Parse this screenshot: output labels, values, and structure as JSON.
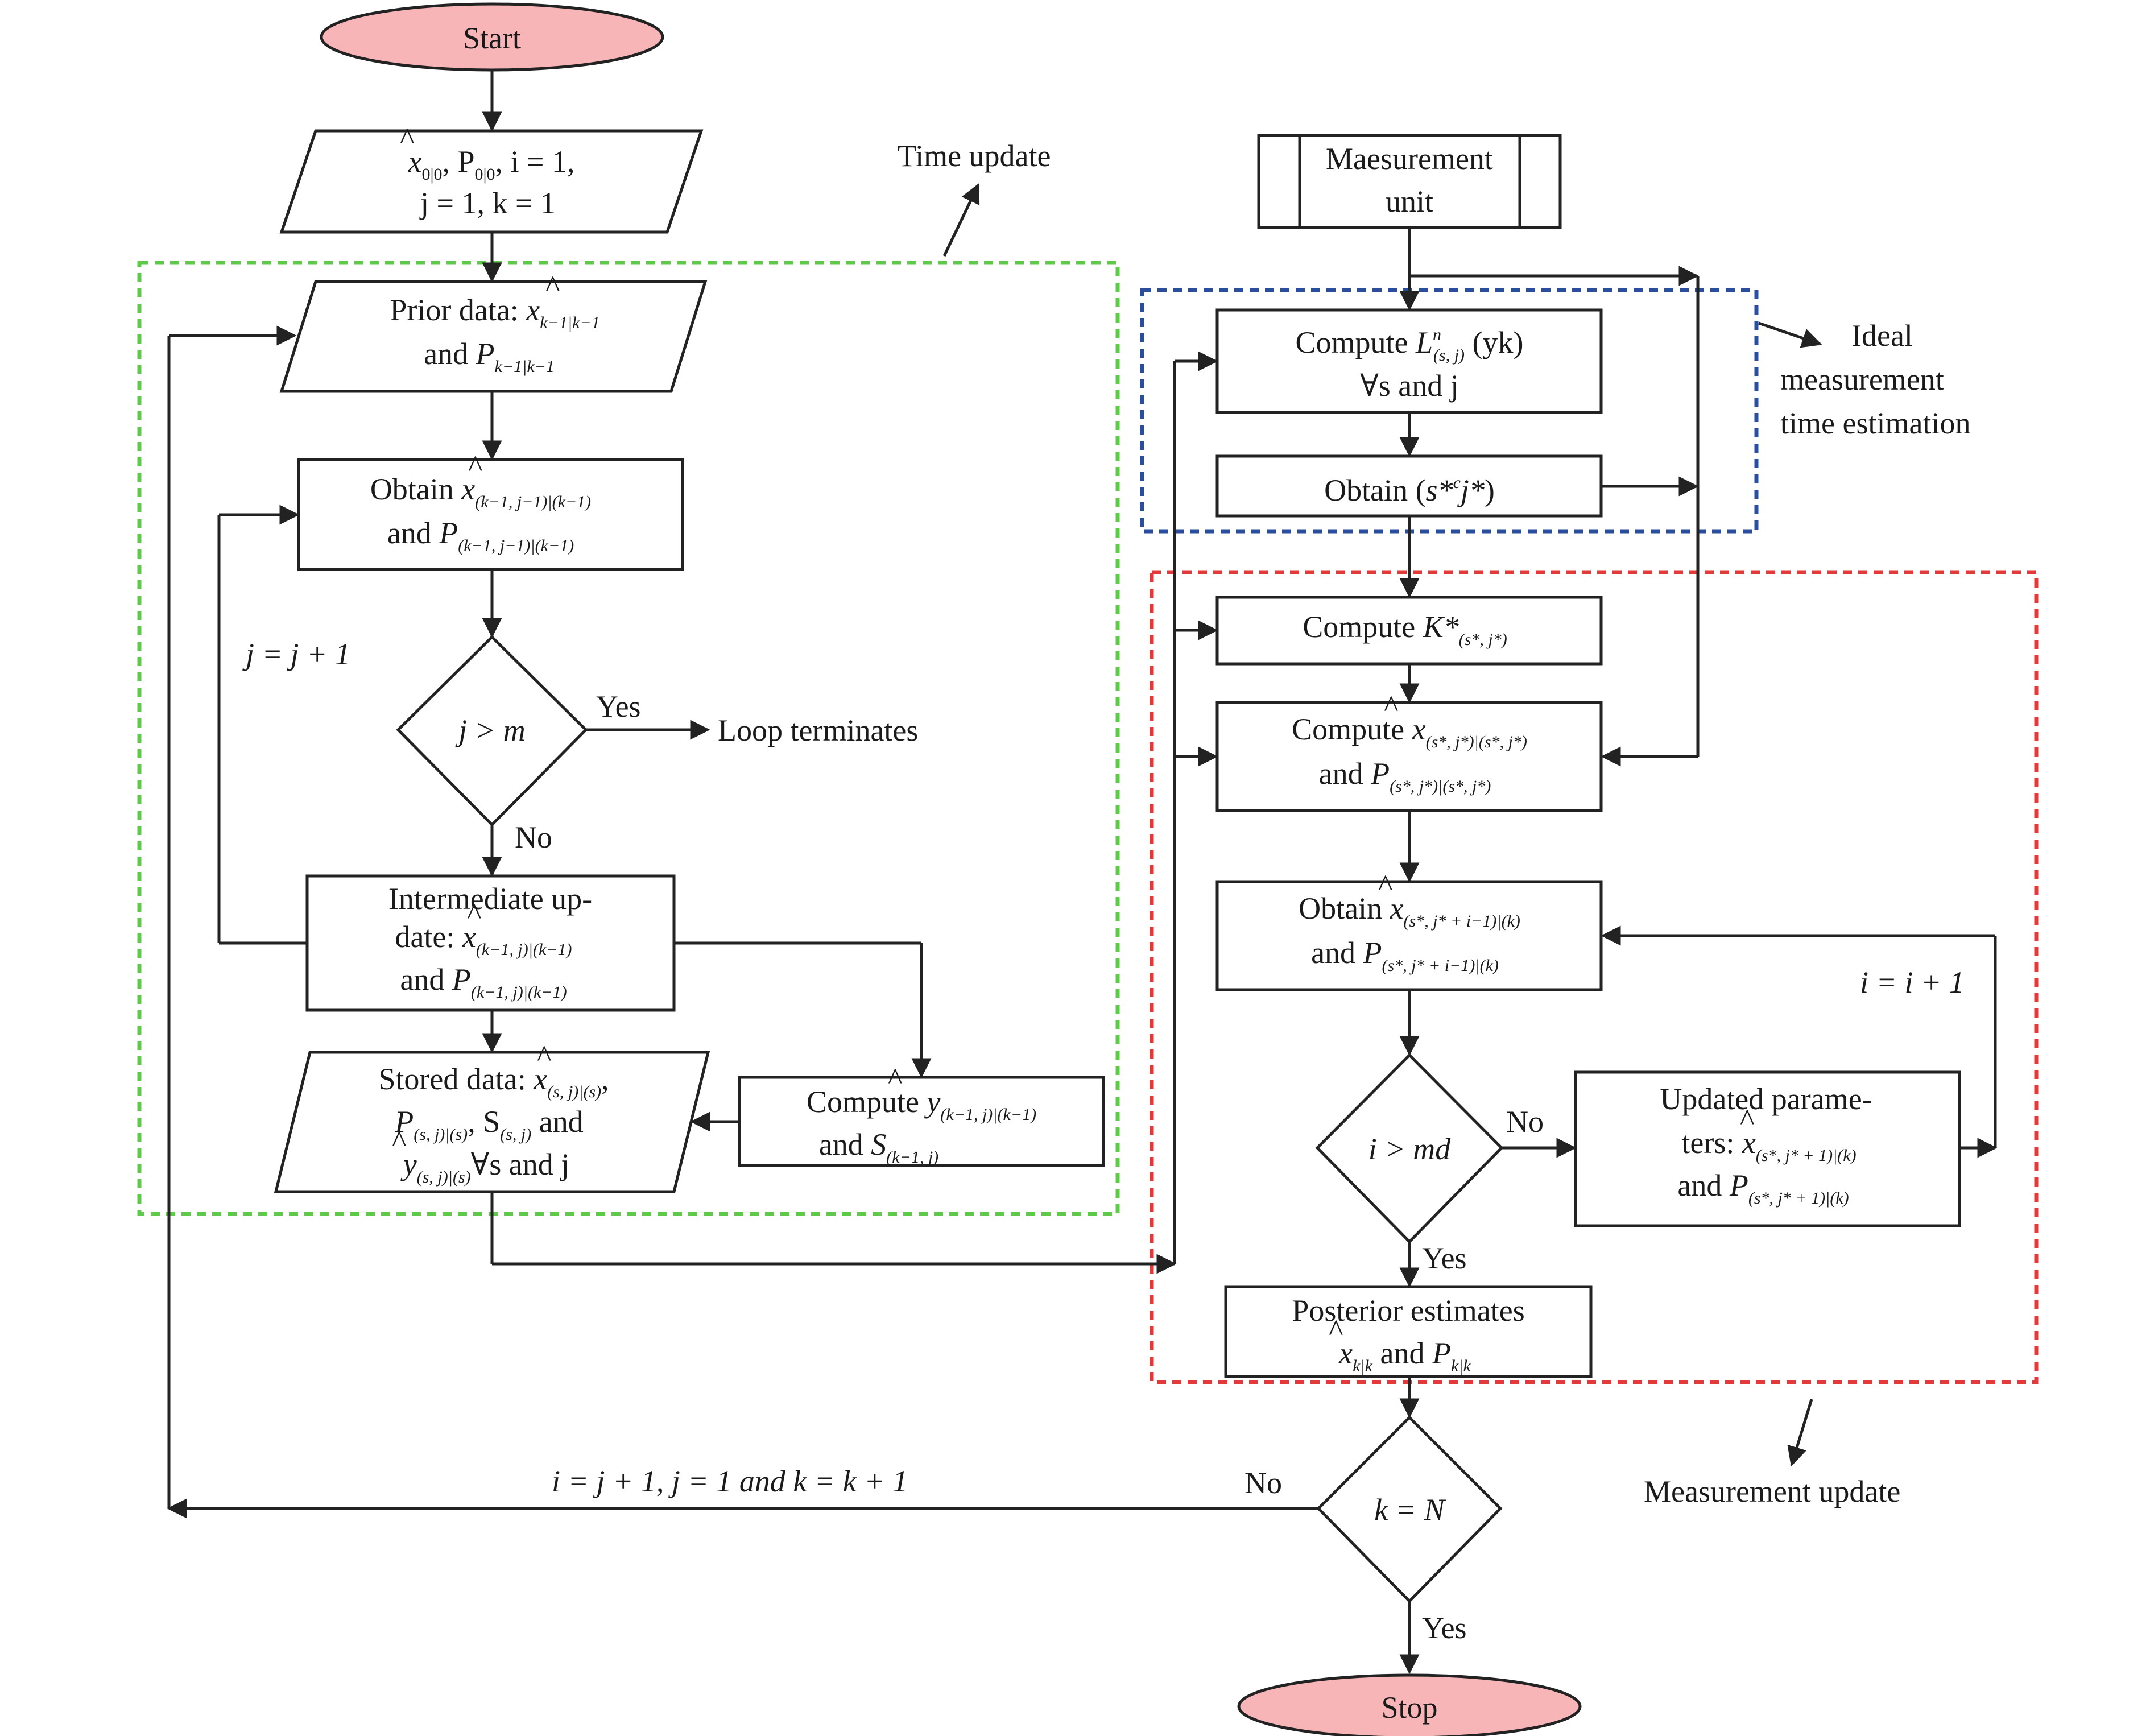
{
  "colors": {
    "terminal_fill": "#f7b5b8",
    "time_update_border": "#5fc94a",
    "ideal_border": "#2a4d9c",
    "measurement_border": "#e03a3a",
    "stroke": "#222222"
  },
  "nodes": {
    "start": "Start",
    "init_line1_a": "x",
    "init_line1_b": "0|0",
    "init_line1_c": ", P",
    "init_line1_d": "0|0",
    "init_line1_e": ", i = 1,",
    "init_line2": "j = 1, k = 1",
    "prior_line1_a": "Prior data: ",
    "prior_line1_b": "x",
    "prior_line1_c": "k−1|k−1",
    "prior_line2_a": "and ",
    "prior_line2_b": "P",
    "prior_line2_c": "k−1|k−1",
    "obtain1_line1_a": "Obtain ",
    "obtain1_line1_b": "x",
    "obtain1_line1_c": "(k−1, j−1)|(k−1)",
    "obtain1_line2_a": "and ",
    "obtain1_line2_b": "P",
    "obtain1_line2_c": "(k−1, j−1)|(k−1)",
    "decision_jm": "j > m",
    "intermediate_line1": "Intermediate up-",
    "intermediate_line2_a": "date: ",
    "intermediate_line2_b": "x",
    "intermediate_line2_c": "(k−1, j)|(k−1)",
    "intermediate_line3_a": "and ",
    "intermediate_line3_b": "P",
    "intermediate_line3_c": "(k−1, j)|(k−1)",
    "stored_line1_a": "Stored data: ",
    "stored_line1_b": "x",
    "stored_line1_c": "(s, j)|(s)",
    "stored_line1_d": ",",
    "stored_line2_a": "P",
    "stored_line2_b": "(s, j)|(s)",
    "stored_line2_c": ", S",
    "stored_line2_d": "(s, j)",
    "stored_line2_e": " and",
    "stored_line3_a": "y",
    "stored_line3_b": "(s, j)|(s)",
    "stored_line3_c": "∀s and j",
    "computey_line1_a": "Compute ",
    "computey_line1_b": "y",
    "computey_line1_c": "(k−1, j)|(k−1)",
    "computey_line2_a": "and ",
    "computey_line2_b": "S",
    "computey_line2_c": "(k−1, j)",
    "meas_unit_line1": "Maesurement",
    "meas_unit_line2": "unit",
    "computeL_line1_a": "Compute ",
    "computeL_line1_b": "L",
    "computeL_line1_c": "n",
    "computeL_line1_d": "(s, j)",
    "computeL_line1_e": " (yk)",
    "computeL_line2": "∀s and j",
    "obtain_sj_a": "Obtain (",
    "obtain_sj_b": "s*",
    "obtain_sj_c": "c",
    "obtain_sj_d": "j*",
    "obtain_sj_e": ")",
    "computeK_a": "Compute ",
    "computeK_b": "K*",
    "computeK_c": "(s*, j*)",
    "computex_line1_a": "Compute ",
    "computex_line1_b": "x",
    "computex_line1_c": "(s*, j*)|(s*, j*)",
    "computex_line2_a": "and ",
    "computex_line2_b": "P",
    "computex_line2_c": "(s*, j*)|(s*, j*)",
    "obtain2_line1_a": "Obtain ",
    "obtain2_line1_b": "x",
    "obtain2_line1_c": "(s*, j* + i−1)|(k)",
    "obtain2_line2_a": "and ",
    "obtain2_line2_b": "P",
    "obtain2_line2_c": "(s*, j* + i−1)|(k)",
    "decision_imd": "i > md",
    "updated_line1": "Updated parame-",
    "updated_line2_a": "ters: ",
    "updated_line2_b": "x",
    "updated_line2_c": "(s*, j* + 1)|(k)",
    "updated_line3_a": "and ",
    "updated_line3_b": "P",
    "updated_line3_c": "(s*, j* + 1)|(k)",
    "posterior_line1": "Posterior estimates",
    "posterior_line2_a": "x",
    "posterior_line2_b": "k|k",
    "posterior_line2_c": " and ",
    "posterior_line2_d": "P",
    "posterior_line2_e": "k|k",
    "decision_kN": "k = N",
    "stop": "Stop"
  },
  "hat": "^",
  "edge_labels": {
    "yes_jm": "Yes",
    "loop_terminates": "Loop terminates",
    "no_jm": "No",
    "j_incr": "j = j + 1",
    "no_imd": "No",
    "yes_imd": "Yes",
    "i_incr": "i = i + 1",
    "no_kN": "No",
    "yes_kN": "Yes",
    "reset_loop": "i = j + 1, j = 1 and k = k + 1"
  },
  "groups": {
    "time_update": "Time update",
    "ideal_line1": "Ideal",
    "ideal_line2": "measurement",
    "ideal_line3": "time estimation",
    "measurement_update": "Measurement update"
  }
}
